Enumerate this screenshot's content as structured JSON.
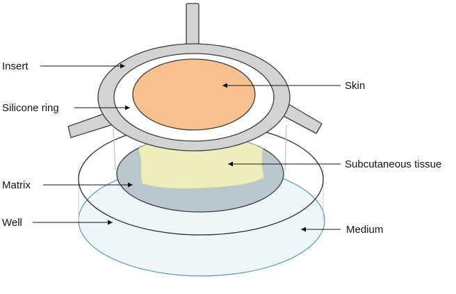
{
  "labels": {
    "insert": "Insert",
    "silicone_ring": "Silicone ring",
    "matrix": "Matrix",
    "well": "Well",
    "skin": "Skin",
    "subcutaneous_tissue": "Subcutaneous tissue",
    "medium": "Medium"
  },
  "colors": {
    "outline": "#3a3a3a",
    "insert_fill": "#d3d3d3",
    "skin_fill": "#f8c08f",
    "subcutaneous_fill": "#eeeebc",
    "matrix_fill": "#b9c7cf",
    "medium_fill": "#eef6f9",
    "medium_stroke": "#5a9bb0",
    "glass_edge": "#b4c4cc"
  }
}
